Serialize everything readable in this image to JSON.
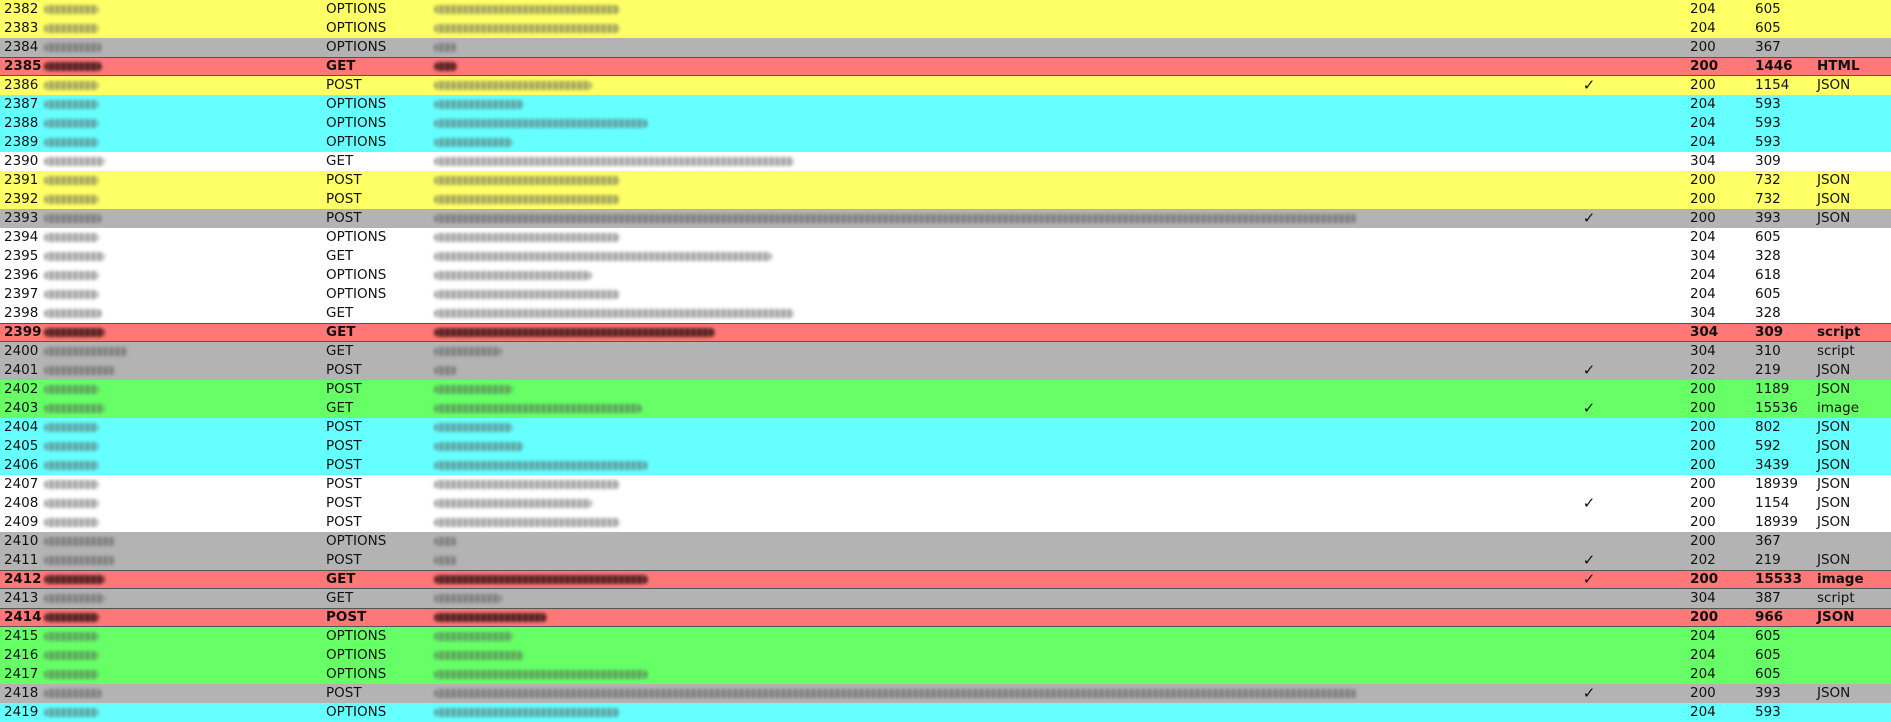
{
  "colors": {
    "yellow": "#ffff66",
    "gray": "#b3b3b3",
    "red": "#ff7777",
    "cyan": "#66ffff",
    "white": "#ffffff",
    "green": "#66ff66"
  },
  "check_icon": "✓",
  "rows": [
    {
      "id": "2382",
      "method": "OPTIONS",
      "check": false,
      "status": "204",
      "size": "605",
      "type": "",
      "color": "yellow",
      "selected": false,
      "host_w": 0.085,
      "url_w": 0.165
    },
    {
      "id": "2383",
      "method": "OPTIONS",
      "check": false,
      "status": "204",
      "size": "605",
      "type": "",
      "color": "yellow",
      "selected": false,
      "host_w": 0.085,
      "url_w": 0.165
    },
    {
      "id": "2384",
      "method": "OPTIONS",
      "check": false,
      "status": "200",
      "size": "367",
      "type": "",
      "color": "gray",
      "selected": false,
      "host_w": 0.09,
      "url_w": 0.02
    },
    {
      "id": "2385",
      "method": "GET",
      "check": false,
      "status": "200",
      "size": "1446",
      "type": "HTML",
      "color": "red",
      "selected": true,
      "host_w": 0.09,
      "url_w": 0.02
    },
    {
      "id": "2386",
      "method": "POST",
      "check": true,
      "status": "200",
      "size": "1154",
      "type": "JSON",
      "color": "yellow",
      "selected": false,
      "host_w": 0.085,
      "url_w": 0.14
    },
    {
      "id": "2387",
      "method": "OPTIONS",
      "check": false,
      "status": "204",
      "size": "593",
      "type": "",
      "color": "cyan",
      "selected": false,
      "host_w": 0.085,
      "url_w": 0.08
    },
    {
      "id": "2388",
      "method": "OPTIONS",
      "check": false,
      "status": "204",
      "size": "593",
      "type": "",
      "color": "cyan",
      "selected": false,
      "host_w": 0.085,
      "url_w": 0.19
    },
    {
      "id": "2389",
      "method": "OPTIONS",
      "check": false,
      "status": "204",
      "size": "593",
      "type": "",
      "color": "cyan",
      "selected": false,
      "host_w": 0.085,
      "url_w": 0.07
    },
    {
      "id": "2390",
      "method": "GET",
      "check": false,
      "status": "304",
      "size": "309",
      "type": "",
      "color": "white",
      "selected": false,
      "host_w": 0.095,
      "url_w": 0.32
    },
    {
      "id": "2391",
      "method": "POST",
      "check": false,
      "status": "200",
      "size": "732",
      "type": "JSON",
      "color": "yellow",
      "selected": false,
      "host_w": 0.085,
      "url_w": 0.165
    },
    {
      "id": "2392",
      "method": "POST",
      "check": false,
      "status": "200",
      "size": "732",
      "type": "JSON",
      "color": "yellow",
      "selected": false,
      "host_w": 0.085,
      "url_w": 0.165
    },
    {
      "id": "2393",
      "method": "POST",
      "check": true,
      "status": "200",
      "size": "393",
      "type": "JSON",
      "color": "gray",
      "selected": false,
      "host_w": 0.09,
      "url_w": 0.82
    },
    {
      "id": "2394",
      "method": "OPTIONS",
      "check": false,
      "status": "204",
      "size": "605",
      "type": "",
      "color": "white",
      "selected": false,
      "host_w": 0.085,
      "url_w": 0.165
    },
    {
      "id": "2395",
      "method": "GET",
      "check": false,
      "status": "304",
      "size": "328",
      "type": "",
      "color": "white",
      "selected": false,
      "host_w": 0.095,
      "url_w": 0.3
    },
    {
      "id": "2396",
      "method": "OPTIONS",
      "check": false,
      "status": "204",
      "size": "618",
      "type": "",
      "color": "white",
      "selected": false,
      "host_w": 0.085,
      "url_w": 0.14
    },
    {
      "id": "2397",
      "method": "OPTIONS",
      "check": false,
      "status": "204",
      "size": "605",
      "type": "",
      "color": "white",
      "selected": false,
      "host_w": 0.085,
      "url_w": 0.165
    },
    {
      "id": "2398",
      "method": "GET",
      "check": false,
      "status": "304",
      "size": "328",
      "type": "",
      "color": "white",
      "selected": false,
      "host_w": 0.09,
      "url_w": 0.32
    },
    {
      "id": "2399",
      "method": "GET",
      "check": false,
      "status": "304",
      "size": "309",
      "type": "script",
      "color": "red",
      "selected": true,
      "host_w": 0.095,
      "url_w": 0.25
    },
    {
      "id": "2400",
      "method": "GET",
      "check": false,
      "status": "304",
      "size": "310",
      "type": "script",
      "color": "gray",
      "selected": false,
      "host_w": 0.13,
      "url_w": 0.06
    },
    {
      "id": "2401",
      "method": "POST",
      "check": true,
      "status": "202",
      "size": "219",
      "type": "JSON",
      "color": "gray",
      "selected": false,
      "host_w": 0.11,
      "url_w": 0.02
    },
    {
      "id": "2402",
      "method": "POST",
      "check": false,
      "status": "200",
      "size": "1189",
      "type": "JSON",
      "color": "green",
      "selected": false,
      "host_w": 0.085,
      "url_w": 0.07
    },
    {
      "id": "2403",
      "method": "GET",
      "check": true,
      "status": "200",
      "size": "15536",
      "type": "image",
      "color": "green",
      "selected": false,
      "host_w": 0.095,
      "url_w": 0.185
    },
    {
      "id": "2404",
      "method": "POST",
      "check": false,
      "status": "200",
      "size": "802",
      "type": "JSON",
      "color": "cyan",
      "selected": false,
      "host_w": 0.085,
      "url_w": 0.07
    },
    {
      "id": "2405",
      "method": "POST",
      "check": false,
      "status": "200",
      "size": "592",
      "type": "JSON",
      "color": "cyan",
      "selected": false,
      "host_w": 0.085,
      "url_w": 0.08
    },
    {
      "id": "2406",
      "method": "POST",
      "check": false,
      "status": "200",
      "size": "3439",
      "type": "JSON",
      "color": "cyan",
      "selected": false,
      "host_w": 0.085,
      "url_w": 0.19
    },
    {
      "id": "2407",
      "method": "POST",
      "check": false,
      "status": "200",
      "size": "18939",
      "type": "JSON",
      "color": "white",
      "selected": false,
      "host_w": 0.085,
      "url_w": 0.165
    },
    {
      "id": "2408",
      "method": "POST",
      "check": true,
      "status": "200",
      "size": "1154",
      "type": "JSON",
      "color": "white",
      "selected": false,
      "host_w": 0.085,
      "url_w": 0.14
    },
    {
      "id": "2409",
      "method": "POST",
      "check": false,
      "status": "200",
      "size": "18939",
      "type": "JSON",
      "color": "white",
      "selected": false,
      "host_w": 0.085,
      "url_w": 0.165
    },
    {
      "id": "2410",
      "method": "OPTIONS",
      "check": false,
      "status": "200",
      "size": "367",
      "type": "",
      "color": "gray",
      "selected": false,
      "host_w": 0.11,
      "url_w": 0.02
    },
    {
      "id": "2411",
      "method": "POST",
      "check": true,
      "status": "202",
      "size": "219",
      "type": "JSON",
      "color": "gray",
      "selected": false,
      "host_w": 0.11,
      "url_w": 0.02
    },
    {
      "id": "2412",
      "method": "GET",
      "check": true,
      "status": "200",
      "size": "15533",
      "type": "image",
      "color": "red",
      "selected": true,
      "host_w": 0.095,
      "url_w": 0.19
    },
    {
      "id": "2413",
      "method": "GET",
      "check": false,
      "status": "304",
      "size": "387",
      "type": "script",
      "color": "gray",
      "selected": false,
      "host_w": 0.095,
      "url_w": 0.06
    },
    {
      "id": "2414",
      "method": "POST",
      "check": false,
      "status": "200",
      "size": "966",
      "type": "JSON",
      "color": "red",
      "selected": true,
      "host_w": 0.085,
      "url_w": 0.1
    },
    {
      "id": "2415",
      "method": "OPTIONS",
      "check": false,
      "status": "204",
      "size": "605",
      "type": "",
      "color": "green",
      "selected": false,
      "host_w": 0.085,
      "url_w": 0.07
    },
    {
      "id": "2416",
      "method": "OPTIONS",
      "check": false,
      "status": "204",
      "size": "605",
      "type": "",
      "color": "green",
      "selected": false,
      "host_w": 0.085,
      "url_w": 0.08
    },
    {
      "id": "2417",
      "method": "OPTIONS",
      "check": false,
      "status": "204",
      "size": "605",
      "type": "",
      "color": "green",
      "selected": false,
      "host_w": 0.085,
      "url_w": 0.19
    },
    {
      "id": "2418",
      "method": "POST",
      "check": true,
      "status": "200",
      "size": "393",
      "type": "JSON",
      "color": "gray",
      "selected": false,
      "host_w": 0.09,
      "url_w": 0.82
    },
    {
      "id": "2419",
      "method": "OPTIONS",
      "check": false,
      "status": "204",
      "size": "593",
      "type": "",
      "color": "cyan",
      "selected": false,
      "host_w": 0.085,
      "url_w": 0.165
    }
  ]
}
